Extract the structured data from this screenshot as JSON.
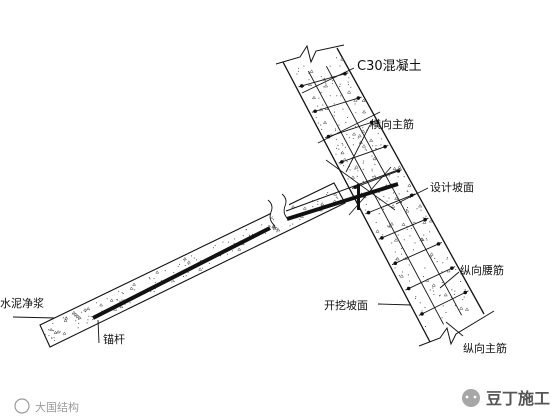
{
  "labels": {
    "concrete": "C30混凝土",
    "transverse_rebar": "横向主筋",
    "design_slope": "设计坡面",
    "longitudinal_waist_rebar": "纵向腰筋",
    "excavation_slope": "开挖坡面",
    "longitudinal_main_rebar": "纵向主筋",
    "grout": "水泥净浆",
    "anchor": "锚杆"
  },
  "watermarks": {
    "bottom_left": "大国结构",
    "bottom_right": "豆丁施工"
  },
  "colors": {
    "line": "#111111",
    "watermark": "#9a9a9a"
  }
}
